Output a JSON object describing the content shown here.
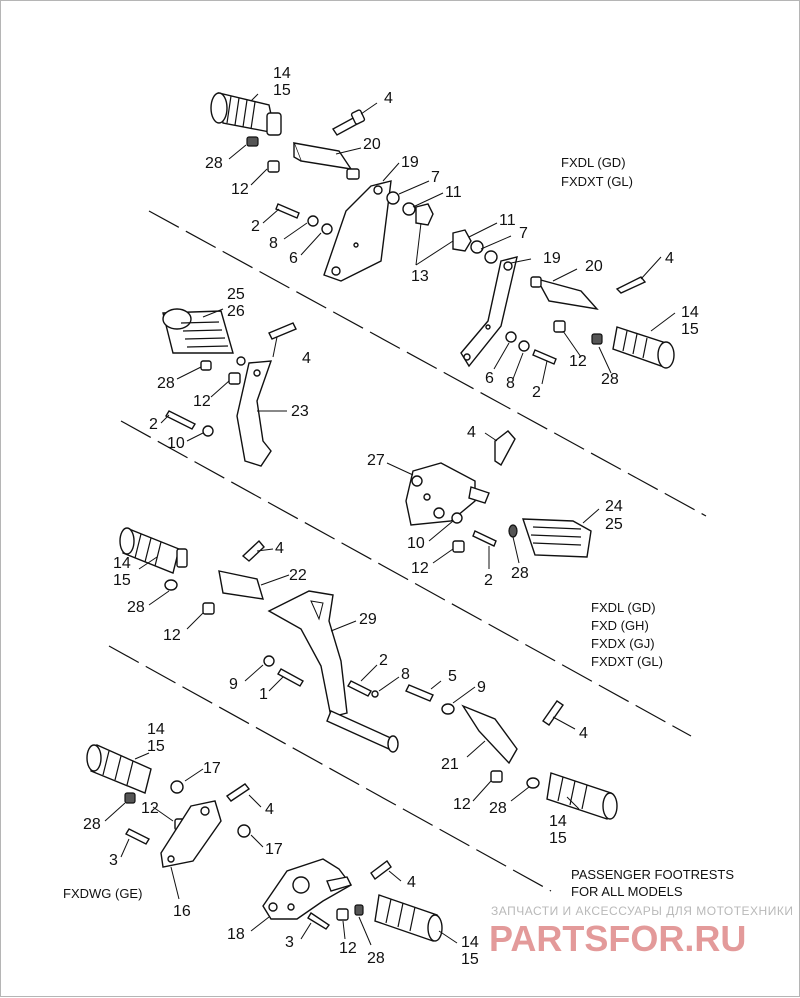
{
  "diagram": {
    "section_labels": {
      "fxdl_gd": "FXDL (GD)",
      "fxdxt_gl": "FXDXT (GL)",
      "fxd_gh": "FXD (GH)",
      "fxdx_gj": "FXDX (GJ)",
      "fxdwg_ge": "FXDWG (GE)",
      "passenger_line1": "PASSENGER FOOTRESTS",
      "passenger_line2": "FOR ALL MODELS"
    },
    "callouts": [
      "14",
      "15",
      "4",
      "20",
      "28",
      "12",
      "19",
      "7",
      "11",
      "2",
      "8",
      "6",
      "13",
      "11",
      "7",
      "19",
      "20",
      "4",
      "14",
      "15",
      "12",
      "6",
      "8",
      "2",
      "28",
      "25",
      "26",
      "4",
      "28",
      "12",
      "23",
      "2",
      "10",
      "4",
      "27",
      "24",
      "25",
      "10",
      "12",
      "2",
      "28",
      "14",
      "15",
      "4",
      "22",
      "28",
      "12",
      "29",
      "2",
      "8",
      "9",
      "1",
      "5",
      "9",
      "4",
      "21",
      "12",
      "28",
      "14",
      "15",
      "14",
      "15",
      "17",
      "4",
      "12",
      "28",
      "17",
      "3",
      "16",
      "4",
      "18",
      "3",
      "12",
      "28",
      "14",
      "15"
    ],
    "watermark": {
      "line1": "ЗАПЧАСТИ И АКСЕССУАРЫ ДЛЯ МОТОТЕХНИКИ",
      "brand": "PARTSFOR.RU"
    }
  }
}
